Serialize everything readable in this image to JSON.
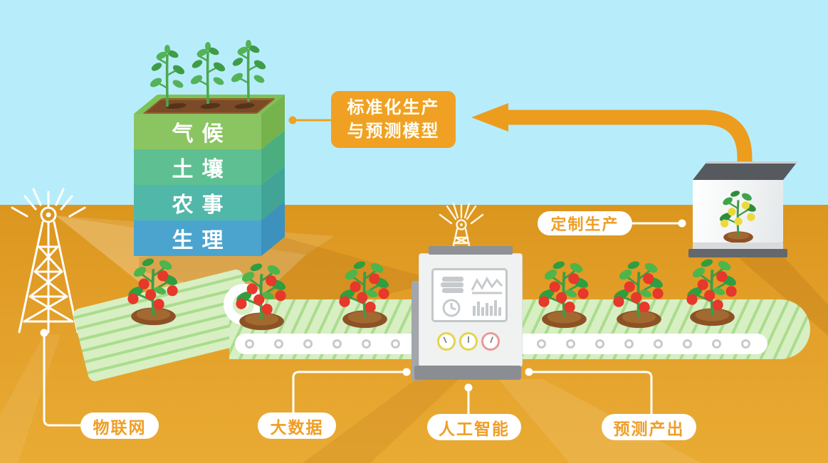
{
  "scene": "smart-agriculture-infographic",
  "colors": {
    "sky": "#B7EDFB",
    "ground_top": "#DB961E",
    "ground_bottom": "#E9AB33",
    "accent_orange": "#F0A123",
    "arrow_orange": "#EC9D1D",
    "pill_text": "#EF9E26",
    "belt_green": "#D7EFC2",
    "belt_stripe": "#ABDC8E",
    "tomato_red": "#E6382B",
    "fruit_yellow": "#EDD83C"
  },
  "cube": {
    "layers": [
      {
        "label": "气候",
        "front": "#8BC561",
        "side": "#77B34C"
      },
      {
        "label": "土壤",
        "front": "#5EC092",
        "side": "#4BAE7F"
      },
      {
        "label": "农事",
        "front": "#50B7A9",
        "side": "#41A496"
      },
      {
        "label": "生理",
        "front": "#4BA4CE",
        "side": "#3D92BD"
      }
    ],
    "sapling_count": 3
  },
  "model_callout": {
    "line1": "标准化生产",
    "line2": "与预测模型"
  },
  "callouts": {
    "iot": "物联网",
    "big_data": "大数据",
    "ai": "人工智能",
    "predicted_output": "预测产出",
    "custom_production": "定制生产"
  },
  "machine": {
    "screen_icons": [
      "database-icon",
      "line-chart-icon",
      "clock-icon",
      "bar-chart-icon"
    ],
    "gauge_colors": [
      "#E3D54F",
      "#E3D54F",
      "#E89A99"
    ],
    "gauge_angles": [
      -25,
      0,
      20
    ]
  },
  "belt": {
    "roller_count": 18,
    "tomato_plant_count": 6
  }
}
